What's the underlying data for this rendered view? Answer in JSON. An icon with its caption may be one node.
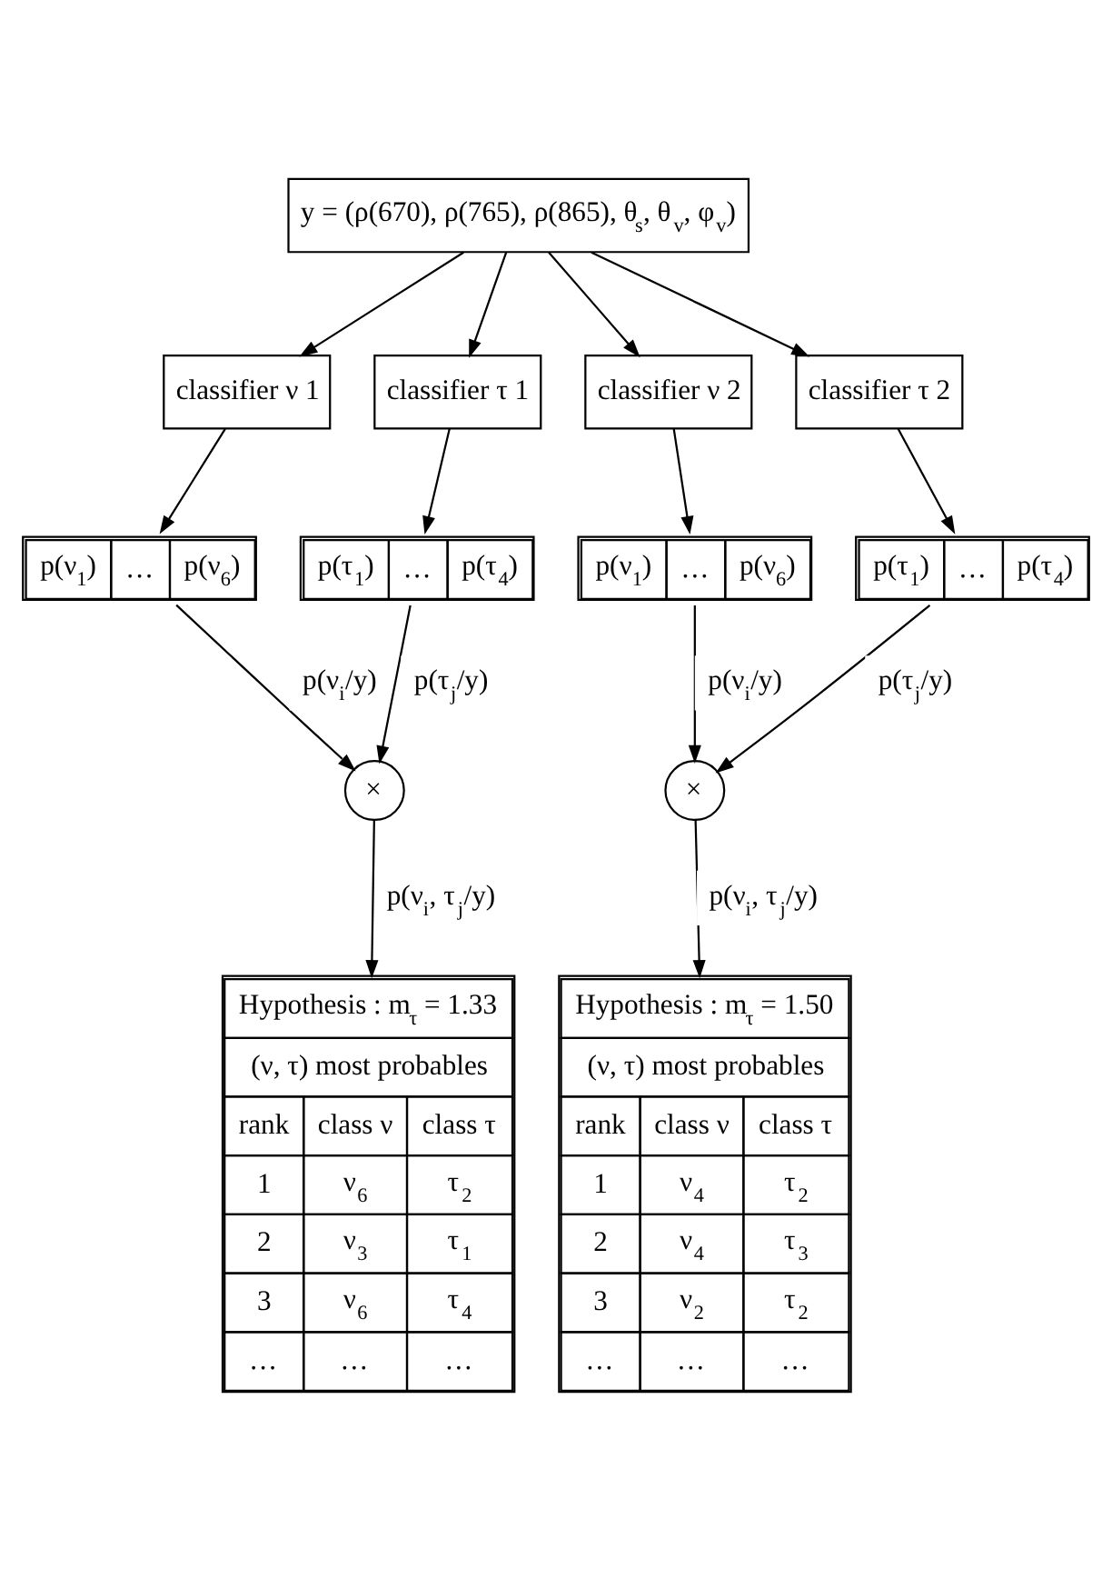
{
  "diagram": {
    "nodes": [
      {
        "text": [
          "y = (ρ(670), ρ(765), ρ(865), θ$_{s}$, θ$_{v}$, φ$_{v}$)"
        ]
      },
      {
        "text": [
          "classifier ν 1"
        ]
      },
      {
        "text": [
          "classifier τ 1"
        ]
      },
      {
        "text": [
          "classifier ν 2"
        ]
      },
      {
        "text": [
          "classifier τ 2"
        ]
      },
      {
        "text": [
          "p(ν$_{1}$)",
          "…",
          "p(ν$_{6}$)"
        ]
      },
      {
        "text": [
          "p(τ$_{1}$)",
          "…",
          "p(τ$_{4}$)"
        ]
      },
      {
        "text": [
          "p(ν$_{1}$)",
          "…",
          "p(ν$_{6}$)"
        ]
      },
      {
        "text": [
          "p(τ$_{1}$)",
          "…",
          "p(τ$_{4}$)"
        ]
      },
      {
        "text": [
          "×"
        ]
      },
      {
        "text": [
          "×"
        ]
      },
      {
        "text": [
          "Hypothesis : m$_{τ}$ = 1.33",
          "(ν, τ) most probables",
          "rank",
          "class ν",
          "class τ",
          "1",
          "ν$_{6}$",
          "τ$_{2}$",
          "2",
          "ν$_{3}$",
          "τ$_{1}$",
          "3",
          "ν$_{6}$",
          "τ$_{4}$",
          "…",
          "…",
          "…"
        ]
      },
      {
        "text": [
          "Hypothesis : m$_{τ}$ = 1.50",
          "(ν, τ) most probables",
          "rank",
          "class ν",
          "class τ",
          "1",
          "ν$_{4}$",
          "τ$_{2}$",
          "2",
          "ν$_{4}$",
          "τ$_{3}$",
          "3",
          "ν$_{2}$",
          "τ$_{2}$",
          "…",
          "…",
          "…"
        ]
      }
    ],
    "edges": [
      {
        "from": 0,
        "to": 1,
        "arrow": "to"
      },
      {
        "from": 0,
        "to": 2,
        "arrow": "to"
      },
      {
        "from": 0,
        "to": 3,
        "arrow": "to"
      },
      {
        "from": 0,
        "to": 4,
        "arrow": "to"
      },
      {
        "from": 1,
        "to": 5,
        "arrow": "to"
      },
      {
        "from": 2,
        "to": 6,
        "arrow": "to"
      },
      {
        "from": 3,
        "to": 7,
        "arrow": "to"
      },
      {
        "from": 4,
        "to": 8,
        "arrow": "to"
      },
      {
        "from": 5,
        "to": 9,
        "arrow": "to",
        "label": "p(ν$_{i}$/y)"
      },
      {
        "from": 6,
        "to": 9,
        "arrow": "to",
        "label": "p(τ$_{j}$/y)"
      },
      {
        "from": 7,
        "to": 10,
        "arrow": "to",
        "label": "p(ν$_{i}$/y)"
      },
      {
        "from": 8,
        "to": 10,
        "arrow": "to",
        "label": "p(τ$_{j}$/y)"
      },
      {
        "from": 9,
        "to": 11,
        "arrow": "to",
        "label": "p(ν$_{i}$, τ$_{j}$/y)"
      },
      {
        "from": 10,
        "to": 12,
        "arrow": "to",
        "label": "p(ν$_{i}$, τ$_{j}$/y)"
      }
    ]
  }
}
